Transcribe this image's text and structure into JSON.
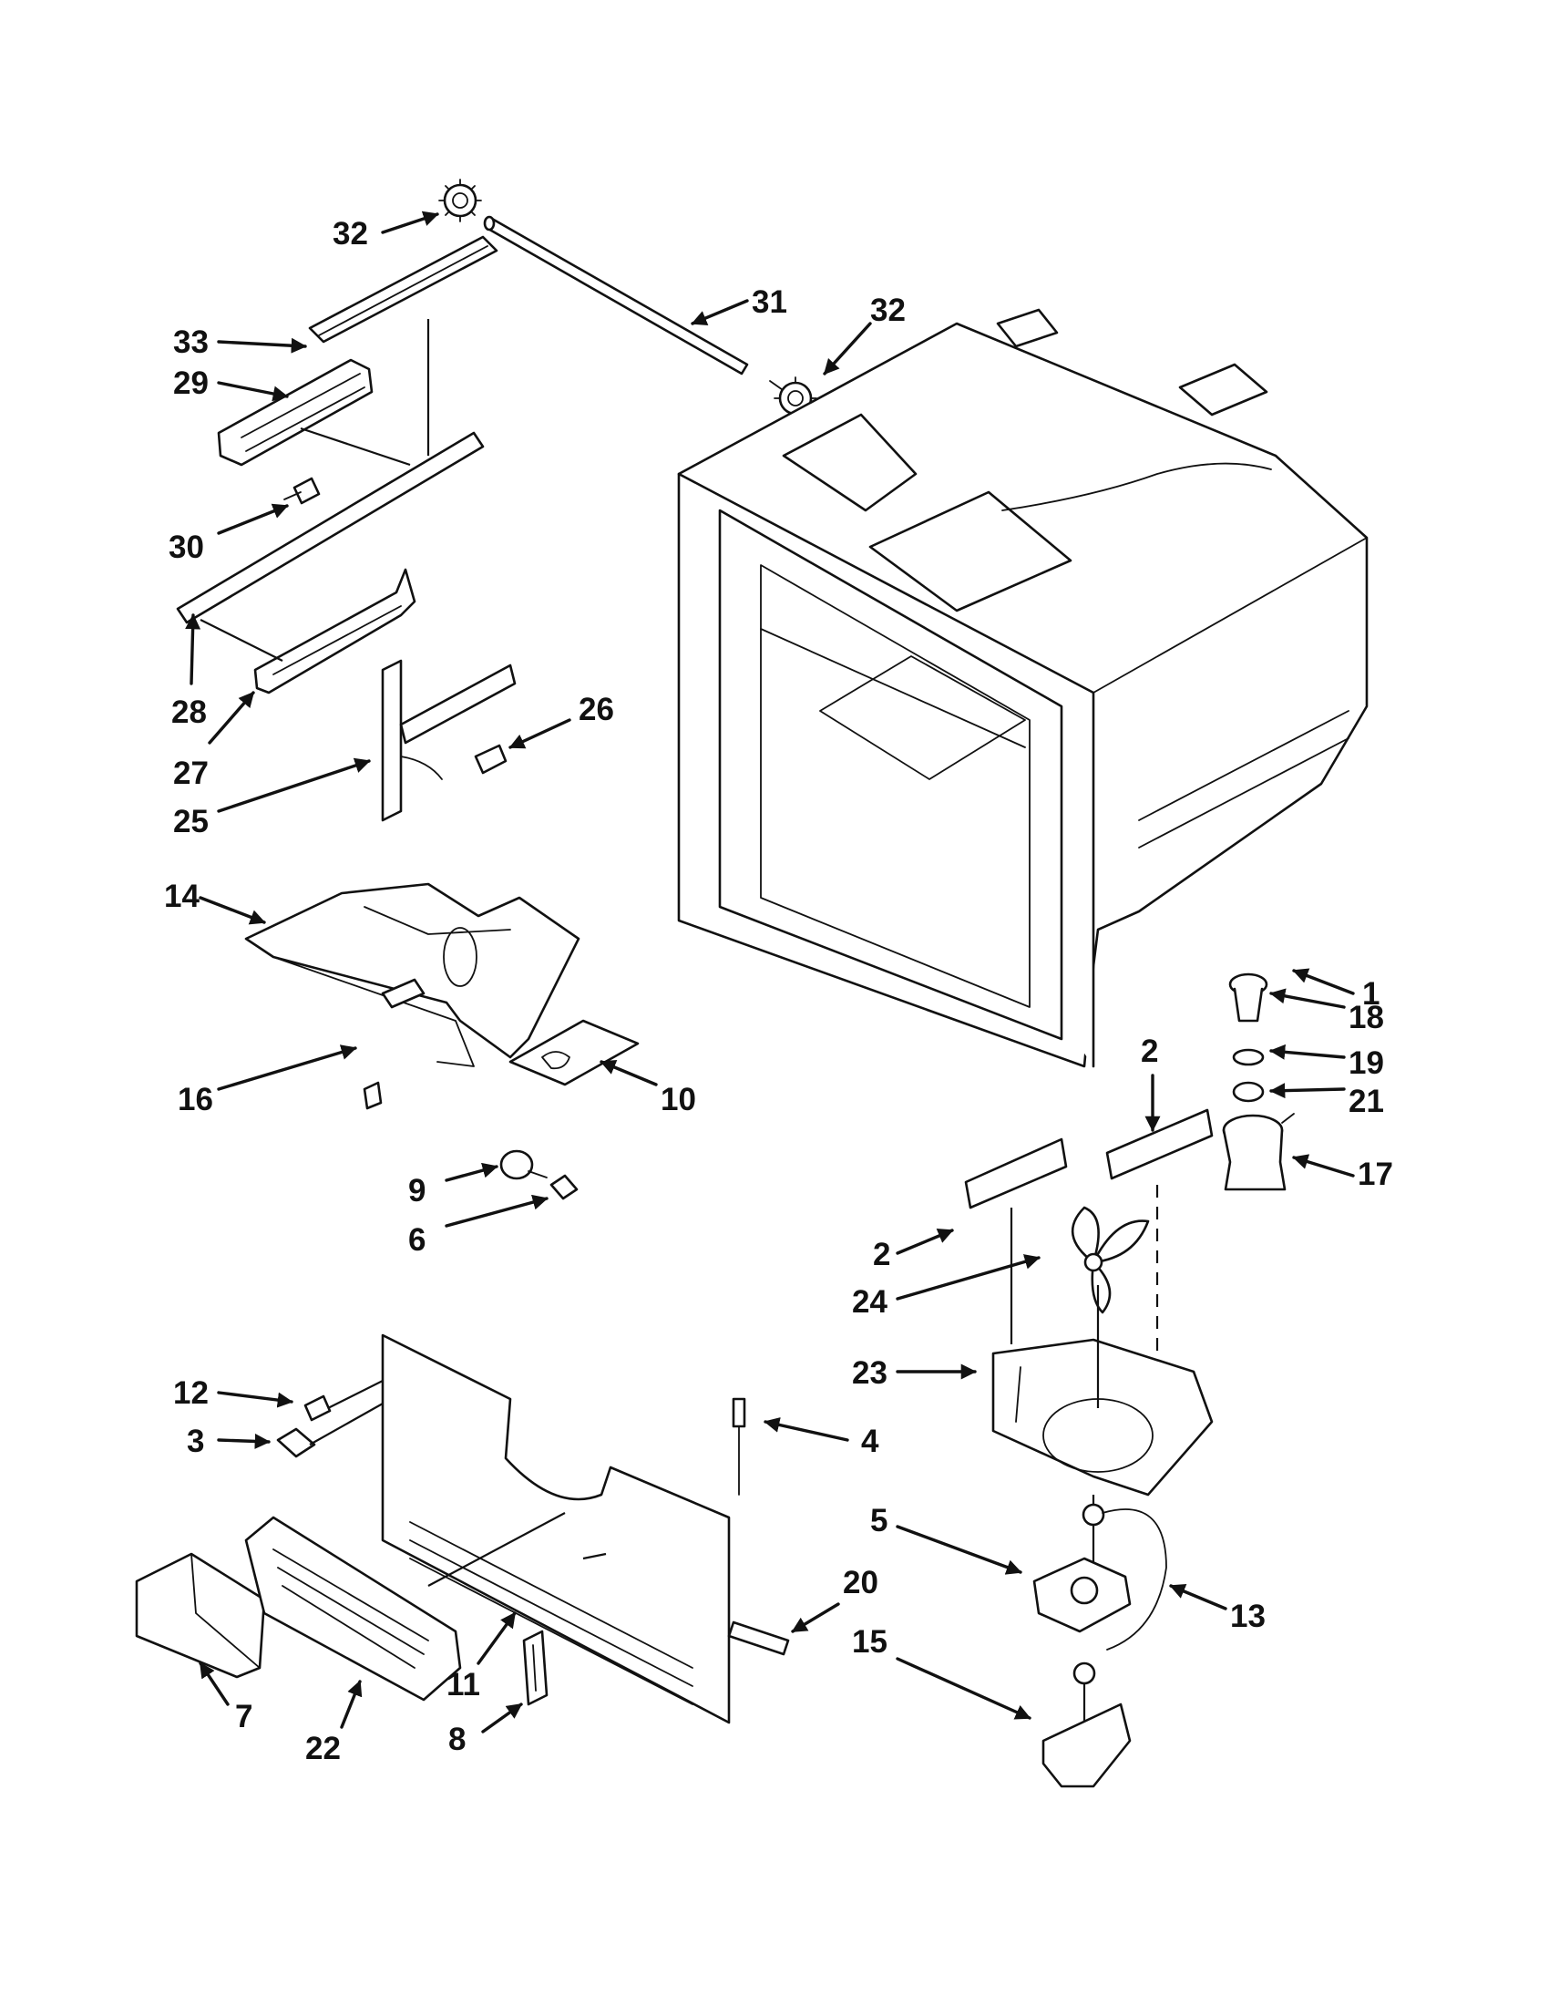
{
  "callouts": [
    {
      "id": "c32a",
      "label": "32"
    },
    {
      "id": "c31",
      "label": "31"
    },
    {
      "id": "c32b",
      "label": "32"
    },
    {
      "id": "c33",
      "label": "33"
    },
    {
      "id": "c29",
      "label": "29"
    },
    {
      "id": "c30",
      "label": "30"
    },
    {
      "id": "c28",
      "label": "28"
    },
    {
      "id": "c27",
      "label": "27"
    },
    {
      "id": "c26",
      "label": "26"
    },
    {
      "id": "c25",
      "label": "25"
    },
    {
      "id": "c14",
      "label": "14"
    },
    {
      "id": "c16",
      "label": "16"
    },
    {
      "id": "c10",
      "label": "10"
    },
    {
      "id": "c1",
      "label": "1"
    },
    {
      "id": "c18",
      "label": "18"
    },
    {
      "id": "c19",
      "label": "19"
    },
    {
      "id": "c21",
      "label": "21"
    },
    {
      "id": "c2a",
      "label": "2"
    },
    {
      "id": "c17",
      "label": "17"
    },
    {
      "id": "c9",
      "label": "9"
    },
    {
      "id": "c6",
      "label": "6"
    },
    {
      "id": "c2b",
      "label": "2"
    },
    {
      "id": "c24",
      "label": "24"
    },
    {
      "id": "c23",
      "label": "23"
    },
    {
      "id": "c12",
      "label": "12"
    },
    {
      "id": "c3",
      "label": "3"
    },
    {
      "id": "c4",
      "label": "4"
    },
    {
      "id": "c5",
      "label": "5"
    },
    {
      "id": "c20",
      "label": "20"
    },
    {
      "id": "c13",
      "label": "13"
    },
    {
      "id": "c15",
      "label": "15"
    },
    {
      "id": "c11",
      "label": "11"
    },
    {
      "id": "c7",
      "label": "7"
    },
    {
      "id": "c8",
      "label": "8"
    },
    {
      "id": "c22",
      "label": "22"
    }
  ]
}
